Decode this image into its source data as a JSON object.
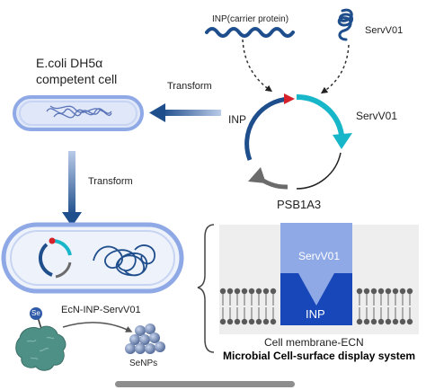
{
  "labels": {
    "inp_carrier": "INP(carrier protein)",
    "serv01_top": "ServV01",
    "ecoli_line1": "E.coli  DH5α",
    "ecoli_line2": "competent cell",
    "transform_horizontal": "Transform",
    "inp_plasmid": "INP",
    "serv01_plasmid": "ServV01",
    "plasmid_name": "PSB1A3",
    "transform_vertical": "Transform",
    "se_atom": "Se",
    "strain_name": "EcN-INP-ServV01",
    "senps": "SeNPs",
    "serv01_membrane": "ServV01",
    "inp_membrane": "INP",
    "cell_membrane": "Cell membrane-ECN",
    "system_title": "Microbial Cell-surface display system"
  },
  "colors": {
    "dark_blue": "#1f4e8c",
    "light_blue": "#8fa9e6",
    "cyan": "#17b6c9",
    "red_marker": "#d6202a",
    "gray_arc": "#6b6b6b",
    "protein_teal": "#4e8f86",
    "sphere_blue": "#5f7aa8"
  }
}
